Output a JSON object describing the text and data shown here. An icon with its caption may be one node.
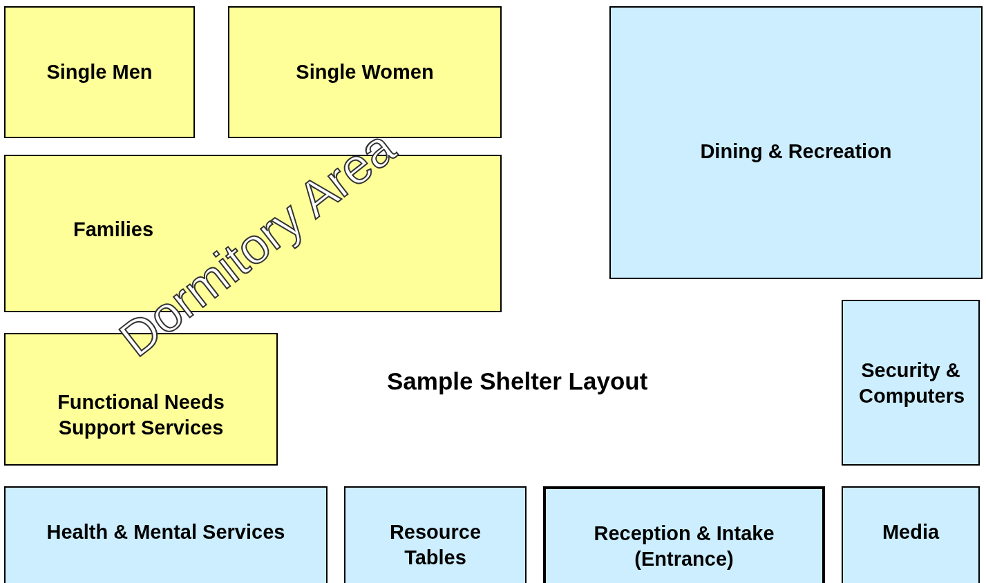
{
  "diagram": {
    "title": "Sample Shelter Layout",
    "nodes": [
      {
        "text": [
          "Single Men"
        ]
      },
      {
        "text": [
          "Single Women"
        ]
      },
      {
        "text": [
          "Families"
        ]
      },
      {
        "text": [
          "Functional Needs Support Services"
        ]
      },
      {
        "text": [
          "Dining & Recreation"
        ]
      },
      {
        "text": [
          "Security & Computers"
        ]
      },
      {
        "text": [
          "Health & Mental Services"
        ]
      },
      {
        "text": [
          "Resource Tables"
        ]
      },
      {
        "text": [
          "Reception & Intake (Entrance)"
        ]
      },
      {
        "text": [
          "Media"
        ]
      }
    ],
    "edges": [],
    "labels": [
      "Dormitory Area"
    ]
  }
}
